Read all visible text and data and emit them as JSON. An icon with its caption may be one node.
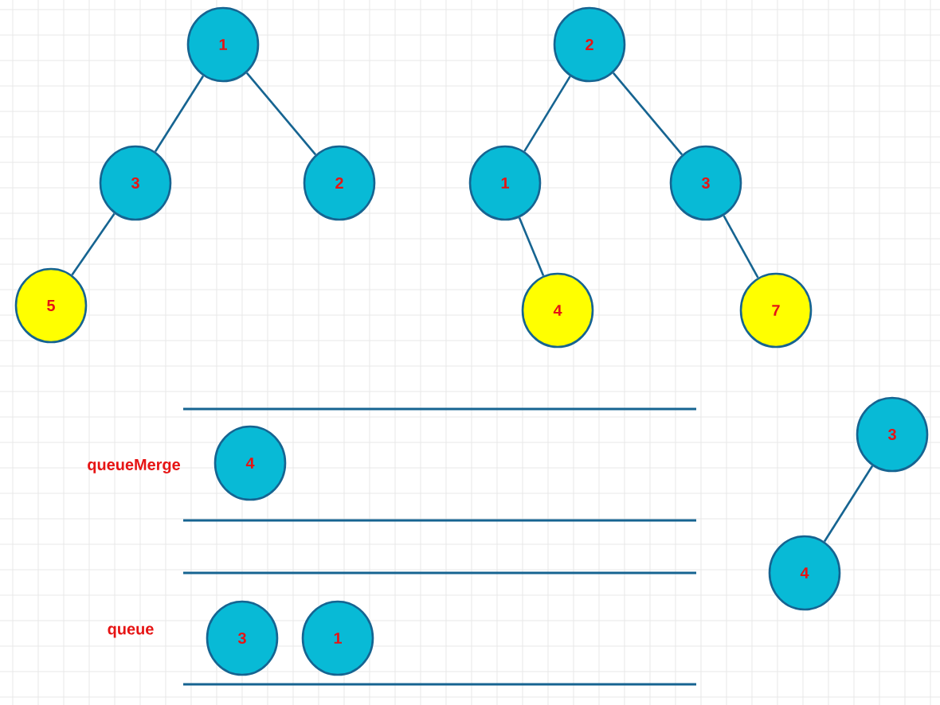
{
  "diagram": {
    "nodes": [
      {
        "text": [
          "1"
        ]
      },
      {
        "text": [
          "3"
        ]
      },
      {
        "text": [
          "2"
        ]
      },
      {
        "text": [
          "5"
        ]
      },
      {
        "text": [
          "2"
        ]
      },
      {
        "text": [
          "1"
        ]
      },
      {
        "text": [
          "3"
        ]
      },
      {
        "text": [
          "4"
        ]
      },
      {
        "text": [
          "7"
        ]
      },
      {
        "text": [
          "4"
        ]
      },
      {
        "text": [
          "3"
        ]
      },
      {
        "text": [
          "1"
        ]
      },
      {
        "text": [
          "3"
        ]
      },
      {
        "text": [
          "4"
        ]
      }
    ],
    "edges": [
      {
        "from": 0,
        "to": 1,
        "arrow": "none"
      },
      {
        "from": 0,
        "to": 2,
        "arrow": "none"
      },
      {
        "from": 1,
        "to": 3,
        "arrow": "none"
      },
      {
        "from": 4,
        "to": 5,
        "arrow": "none"
      },
      {
        "from": 4,
        "to": 6,
        "arrow": "none"
      },
      {
        "from": 5,
        "to": 7,
        "arrow": "none"
      },
      {
        "from": 6,
        "to": 8,
        "arrow": "none"
      },
      {
        "from": 12,
        "to": 13,
        "arrow": "none"
      }
    ],
    "labels": [
      "queueMerge",
      "queue"
    ]
  }
}
